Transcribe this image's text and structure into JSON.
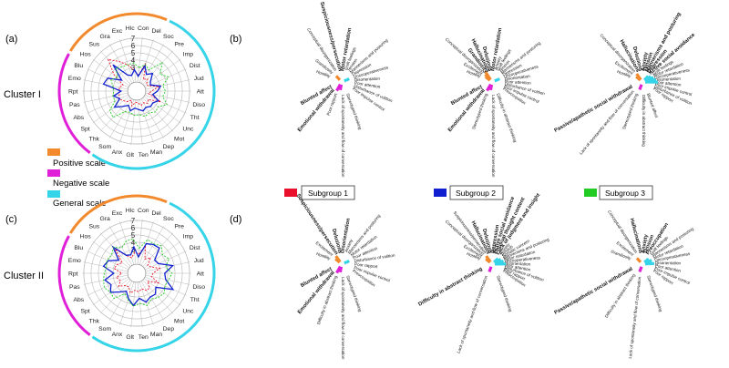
{
  "colors": {
    "positive": "#f28a2d",
    "negative": "#e020d8",
    "general": "#36d4e8",
    "subgroup1": "#e8102a",
    "subgroup2": "#1020d0",
    "subgroup3": "#22cc22",
    "grid": "#b8b8b8"
  },
  "panel_labels": {
    "a": "(a)",
    "b": "(b)",
    "c": "(c)",
    "d": "(d)"
  },
  "cluster_labels": [
    "Cluster I",
    "Cluster II"
  ],
  "scale_legend": [
    {
      "label": "Positive scale",
      "color_key": "positive"
    },
    {
      "label": "Negative scale",
      "color_key": "negative"
    },
    {
      "label": "General scale",
      "color_key": "general"
    }
  ],
  "subgroup_legend": [
    {
      "label": "Subgroup 1",
      "color_key": "subgroup1"
    },
    {
      "label": "Subgroup 2",
      "color_key": "subgroup2"
    },
    {
      "label": "Subgroup 3",
      "color_key": "subgroup3"
    }
  ],
  "flower_labels": {
    "orange": [
      "Hostility",
      "Grandiosity",
      "Excitement",
      "Conceptual disorganization",
      "Suspiciousness/persecution",
      "Hallucinations",
      "Delusions"
    ],
    "magenta": [
      "Stereotyped thinking",
      "Lack of spontaneity and flow of conversation",
      "Difficulty in abstract thinking",
      "Passive/apathetic social withdrawal",
      "Emotional withdrawal",
      "Poor rapport",
      "Blunted affect"
    ],
    "cyan": [
      "Anxiety",
      "Guilt feelings",
      "Tension",
      "Mannerisms and posturing",
      "Depression",
      "Motor retardation",
      "Uncooperativeness",
      "Unusual thought content",
      "Disorientation",
      "Poor attention",
      "Lack of judgment and insight",
      "Disturbance of volition",
      "Poor impulse control",
      "Preoccupation",
      "Active social avoidance",
      "Somatic concern"
    ]
  },
  "chart_data": [
    {
      "type": "radar",
      "panel": "(a)",
      "title": "Cluster I",
      "categories": [
        "Con",
        "Del",
        "Soc",
        "Pre",
        "Imp",
        "Dist",
        "Jud",
        "Att",
        "Diso",
        "Tht",
        "Unc",
        "Mot",
        "Dep",
        "Man",
        "Ten",
        "Glt",
        "Anx",
        "Som",
        "Thk",
        "Spt",
        "Abs",
        "Pas",
        "Rpt",
        "Emo",
        "Blu",
        "Hos",
        "Sus",
        "Gra",
        "Exc",
        "Hlc"
      ],
      "category_groups": {
        "general": [
          "Soc",
          "Pre",
          "Imp",
          "Dist",
          "Jud",
          "Att",
          "Diso",
          "Tht",
          "Unc",
          "Mot",
          "Dep",
          "Man",
          "Ten",
          "Glt",
          "Anx",
          "Som"
        ],
        "negative": [
          "Thk",
          "Spt",
          "Abs",
          "Pas",
          "Rpt",
          "Emo",
          "Blu"
        ],
        "positive": [
          "Hos",
          "Sus",
          "Gra",
          "Exc",
          "Hlc",
          "Con",
          "Del"
        ]
      },
      "rlim": [
        1,
        7
      ],
      "rticks": [
        3,
        4,
        5,
        6,
        7
      ],
      "series": [
        {
          "name": "Subgroup 1",
          "values": [
            1.9,
            3.8,
            1.6,
            2.0,
            1.4,
            1.5,
            2.9,
            1.8,
            1.4,
            3.4,
            1.7,
            2.0,
            1.6,
            1.8,
            1.4,
            1.3,
            1.9,
            1.2,
            1.7,
            2.0,
            2.4,
            2.2,
            2.1,
            2.2,
            1.8,
            3.6,
            5.6,
            4.4,
            3.5,
            2.6
          ]
        },
        {
          "name": "Subgroup 2",
          "values": [
            1.8,
            3.4,
            2.4,
            3.0,
            2.1,
            1.8,
            3.1,
            2.6,
            2.0,
            3.0,
            2.5,
            2.6,
            2.3,
            2.6,
            2.3,
            2.1,
            2.6,
            2.0,
            2.6,
            3.5,
            2.3,
            3.0,
            1.9,
            4.4,
            4.1,
            2.3,
            4.6,
            2.3,
            2.0,
            2.7
          ]
        },
        {
          "name": "Subgroup 3",
          "values": [
            3.0,
            3.6,
            3.1,
            5.0,
            3.7,
            4.5,
            3.4,
            3.7,
            3.4,
            4.3,
            3.4,
            3.6,
            3.2,
            3.4,
            3.0,
            3.1,
            2.8,
            3.0,
            4.6,
            4.3,
            3.0,
            3.1,
            2.9,
            3.1,
            3.6,
            3.0,
            4.0,
            3.6,
            3.6,
            3.6
          ]
        }
      ]
    },
    {
      "type": "radar",
      "panel": "(c)",
      "title": "Cluster II",
      "categories": [
        "Con",
        "Del",
        "Soc",
        "Pre",
        "Imp",
        "Dist",
        "Jud",
        "Att",
        "Diso",
        "Tht",
        "Unc",
        "Mot",
        "Dep",
        "Man",
        "Ten",
        "Glt",
        "Anx",
        "Som",
        "Thk",
        "Spt",
        "Abs",
        "Pas",
        "Rpt",
        "Emo",
        "Blu",
        "Hos",
        "Sus",
        "Gra",
        "Exc",
        "Hlc"
      ],
      "category_groups": {
        "general": [
          "Soc",
          "Pre",
          "Imp",
          "Dist",
          "Jud",
          "Att",
          "Diso",
          "Tht",
          "Unc",
          "Mot",
          "Dep",
          "Man",
          "Ten",
          "Glt",
          "Anx",
          "Som"
        ],
        "negative": [
          "Thk",
          "Spt",
          "Abs",
          "Pas",
          "Rpt",
          "Emo",
          "Blu"
        ],
        "positive": [
          "Hos",
          "Sus",
          "Gra",
          "Exc",
          "Hlc",
          "Con",
          "Del"
        ]
      },
      "rlim": [
        1,
        7
      ],
      "rticks": [
        3,
        4,
        5,
        6,
        7
      ],
      "series": [
        {
          "name": "Subgroup 1",
          "values": [
            2.4,
            3.6,
            2.0,
            2.6,
            1.6,
            1.9,
            3.0,
            2.0,
            1.8,
            3.0,
            1.6,
            2.4,
            2.5,
            2.0,
            2.3,
            2.1,
            2.6,
            1.9,
            2.0,
            2.8,
            2.2,
            2.6,
            1.8,
            2.9,
            2.7,
            2.2,
            4.2,
            2.6,
            2.0,
            2.6
          ]
        },
        {
          "name": "Subgroup 2",
          "values": [
            2.0,
            4.0,
            4.3,
            4.4,
            2.8,
            3.0,
            4.8,
            3.6,
            3.8,
            5.2,
            3.0,
            3.6,
            3.5,
            3.9,
            3.2,
            4.2,
            3.4,
            2.6,
            3.2,
            4.2,
            3.6,
            4.2,
            2.9,
            4.4,
            4.0,
            2.8,
            4.6,
            2.6,
            2.4,
            3.4
          ]
        },
        {
          "name": "Subgroup 3",
          "values": [
            3.2,
            4.6,
            4.4,
            4.8,
            4.1,
            4.6,
            3.8,
            4.6,
            4.2,
            4.0,
            4.4,
            4.2,
            3.8,
            4.4,
            3.9,
            4.3,
            3.6,
            3.0,
            4.4,
            4.2,
            4.6,
            4.4,
            4.2,
            4.0,
            4.2,
            4.0,
            4.5,
            3.8,
            4.4,
            4.5
          ]
        }
      ]
    }
  ],
  "flowers": [
    {
      "panel": "(b)",
      "cluster": "I",
      "subgroup": "1",
      "orange_bold": [
        "Suspiciousness/persecution"
      ],
      "orange_bold_pos": [
        0
      ],
      "magenta_bold": [
        "Emotional withdrawal",
        "Blunted affect"
      ],
      "cyan_bold": [
        "Motor retardation"
      ],
      "orange": [
        "Hostility",
        "Grandiosity",
        "Conceptual disorganization"
      ],
      "magenta": [
        "Stereotyped thinking",
        "Lack of spontaneity and flow of conversation",
        "Poor rapport"
      ],
      "cyan": [
        "Guilt feelings",
        "Tension",
        "Mannerisms and posturing",
        "Depression",
        "Uncooperativeness",
        "Disorientation",
        "Poor attention",
        "Disturbance of volition",
        "Poor impulse control"
      ]
    },
    {
      "panel": "(b)",
      "cluster": "I",
      "subgroup": "2",
      "orange_bold": [
        "Grandiosity",
        "Hallucinations",
        "Delusions"
      ],
      "magenta_bold": [
        "Emotional withdrawal",
        "Blunted affect"
      ],
      "cyan_bold": [
        "Motor retardation"
      ],
      "orange": [
        "Hostility",
        "Excitement",
        "Conceptual disorganization"
      ],
      "magenta": [
        "Difficulty in abstract thinking",
        "Lack of spontaneity and flow of conversation",
        "Stereotyped thinking"
      ],
      "cyan": [
        "Anxiety",
        "Guilt feelings",
        "Tension",
        "Mannerisms and posturing",
        "Depression",
        "Uncooperativeness",
        "Disorientation",
        "Poor attention",
        "Disturbance of volition",
        "Poor impulse control",
        "Preoccupation"
      ]
    },
    {
      "panel": "(b)",
      "cluster": "I",
      "subgroup": "3",
      "orange_bold": [
        "Hallucinations",
        "Delusions"
      ],
      "magenta_bold": [
        "Passive/apathetic social withdrawal"
      ],
      "cyan_bold": [
        "Anxiety",
        "Tension",
        "Mannerisms and posturing",
        "Depression",
        "Active social avoidance"
      ],
      "orange": [
        "Hostility",
        "Excitement",
        "Conceptual disorganization"
      ],
      "magenta": [
        "Blunted affect",
        "Difficulty in abstract thinking",
        "Stereotyped thinking",
        "Lack of spontaneity and flow of conversation"
      ],
      "cyan": [
        "Guilt feelings",
        "Motor retardation",
        "Uncooperativeness",
        "Disorientation",
        "Poor attention",
        "Poor impulse control",
        "Disturbance of volition",
        "Poor rapport"
      ]
    },
    {
      "panel": "(d)",
      "cluster": "II",
      "subgroup": "1",
      "orange_bold": [
        "Suspiciousness/persecution",
        "Delusions"
      ],
      "magenta_bold": [
        "Emotional withdrawal",
        "Blunted affect"
      ],
      "cyan_bold": [
        "Disorientation"
      ],
      "orange": [
        "Hostility",
        "Excitement"
      ],
      "magenta": [
        "Stereotyped thinking",
        "Lack of spontaneity and flow of conversation",
        "Difficulty in abstract thinking"
      ],
      "cyan": [
        "Anxiety",
        "Mannerisms and posturing",
        "Motor retardation",
        "Poor attention",
        "Disturbance of volition",
        "Poor rapport",
        "Poor impulse control",
        "Preoccupation"
      ]
    },
    {
      "panel": "(d)",
      "cluster": "II",
      "subgroup": "2",
      "orange_bold": [
        "Hallucinations",
        "Delusions"
      ],
      "magenta_bold": [
        "Difficulty in abstract thinking"
      ],
      "cyan_bold": [
        "Depression",
        "Active social avoidance",
        "Unusual thought content",
        "Lack of judgment and insight"
      ],
      "orange": [
        "Hostility",
        "Excitement",
        "Conceptual disorganization",
        "Suspiciousness/persecution"
      ],
      "magenta": [
        "Stereotyped thinking",
        "Lack of spontaneity and flow of conversation"
      ],
      "cyan": [
        "Anxiety",
        "Tension",
        "Somatic concern",
        "Mannerisms and posturing",
        "Motor retardation",
        "Uncooperativeness",
        "Disorientation",
        "Poor attention",
        "Disturbance of volition",
        "Poor rapport",
        "Preoccupation"
      ]
    },
    {
      "panel": "(d)",
      "cluster": "II",
      "subgroup": "3",
      "orange_bold": [
        "Hallucinations"
      ],
      "magenta_bold": [
        "Passive/apathetic social withdrawal"
      ],
      "cyan_bold": [
        "Anxiety",
        "Tension",
        "Preoccupation"
      ],
      "orange": [
        "Grandiosity",
        "Excitement",
        "Conceptual disorganization"
      ],
      "magenta": [
        "Stereotyped thinking",
        "Lack of spontaneity and flow of conversation",
        "Difficulty in abstract thinking"
      ],
      "cyan": [
        "Guilt feelings",
        "Mannerisms and posturing",
        "Motor retardation",
        "Uncooperativeness",
        "Disorientation",
        "Poor attention",
        "Poor impulse control",
        "Poor rapport"
      ]
    }
  ]
}
